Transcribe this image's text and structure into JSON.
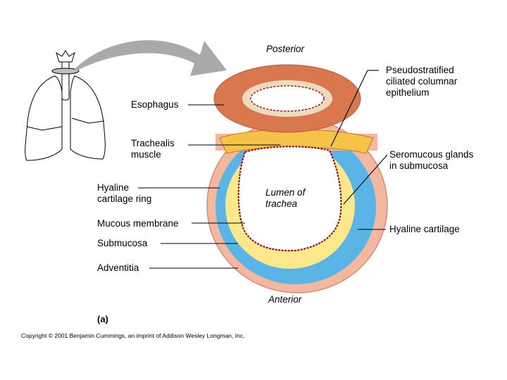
{
  "orientation": {
    "top": "Posterior",
    "bottom": "Anterior"
  },
  "lumen": {
    "line1": "Lumen of",
    "line2": "trachea"
  },
  "labels_left": {
    "esophagus": "Esophagus",
    "trachealis_line1": "Trachealis",
    "trachealis_line2": "muscle",
    "hyaline_ring_line1": "Hyaline",
    "hyaline_ring_line2": "cartilage ring",
    "mucous_membrane": "Mucous membrane",
    "submucosa": "Submucosa",
    "adventitia": "Adventitia"
  },
  "labels_right": {
    "epithelium_line1": "Pseudostratified",
    "epithelium_line2": "ciliated columnar",
    "epithelium_line3": "epithelium",
    "glands_line1": "Seromucous glands",
    "glands_line2": "in submucosa",
    "hyaline_cartilage": "Hyaline cartilage"
  },
  "panel_label": "(a)",
  "copyright": "Copyright © 2001 Benjamin Cummings, an imprint of Addison Wesley Longman, Inc.",
  "colors": {
    "adventitia": "#f3b9a0",
    "cartilage": "#5bb4e6",
    "submucosa": "#fbe88c",
    "mucosa_line": "#8b1a1a",
    "esophagus": "#d9774f",
    "esophagus_inner": "#efd9bf",
    "arrow": "#a9a9a9"
  }
}
